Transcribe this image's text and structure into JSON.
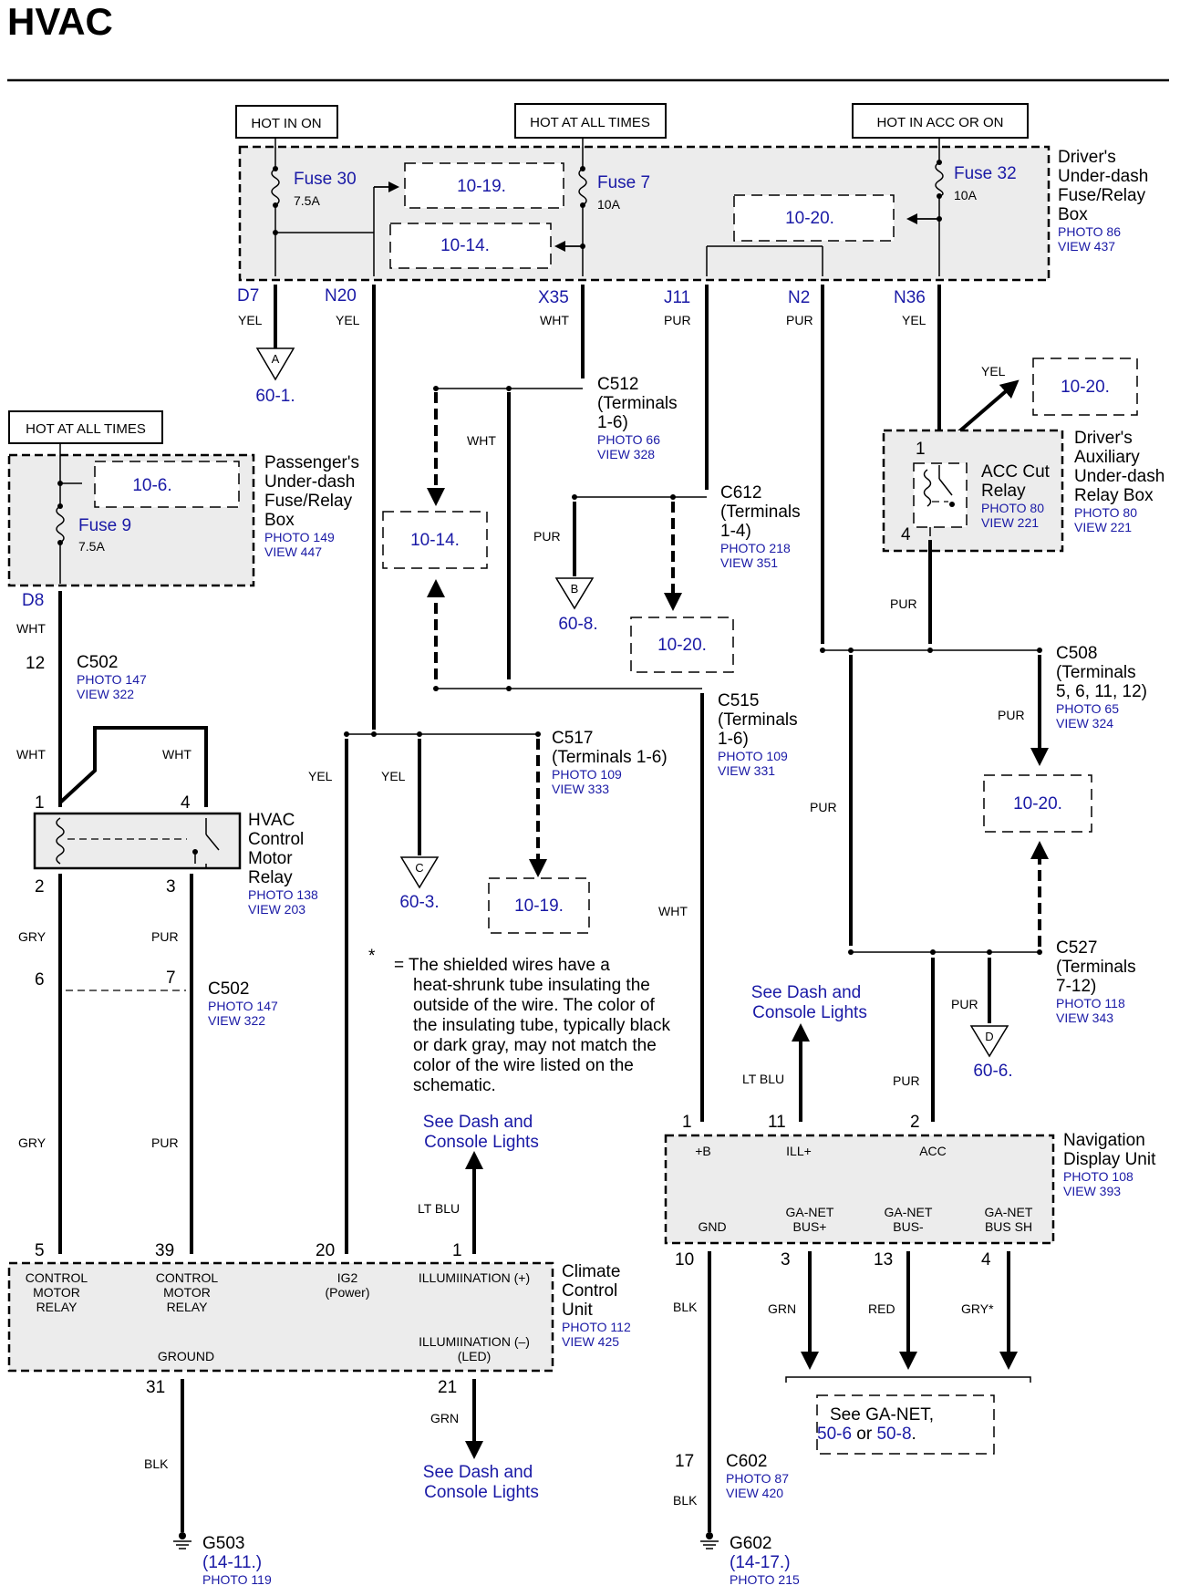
{
  "title": "HVAC",
  "hot_labels": {
    "hot_in_on": "HOT IN ON",
    "hot_at_all_times": "HOT AT ALL TIMES",
    "hot_in_acc_or_on": "HOT IN ACC OR ON",
    "hot_at_all_times_2": "HOT AT ALL TIMES"
  },
  "drivers_box": {
    "name": [
      "Driver's",
      "Under-dash",
      "Fuse/Relay",
      "Box"
    ],
    "photo": "PHOTO 86",
    "view": "VIEW 437",
    "fuse30": "Fuse 30",
    "fuse30_amp": "7.5A",
    "fuse7": "Fuse 7",
    "fuse7_amp": "10A",
    "fuse32": "Fuse 32",
    "fuse32_amp": "10A",
    "ref_10_19": "10-19.",
    "ref_10_14": "10-14.",
    "ref_10_20": "10-20."
  },
  "terminals_top": {
    "d7": "D7",
    "n20": "N20",
    "x35": "X35",
    "j11": "J11",
    "n2": "N2",
    "n36": "N36"
  },
  "wire_colors": {
    "yel": "YEL",
    "wht": "WHT",
    "pur": "PUR",
    "gry": "GRY",
    "blk": "BLK",
    "grn": "GRN",
    "red": "RED",
    "lt_blu": "LT BLU",
    "gry_star": "GRY*"
  },
  "passenger_box": {
    "name": [
      "Passenger's",
      "Under-dash",
      "Fuse/Relay",
      "Box"
    ],
    "photo": "PHOTO 149",
    "view": "VIEW 447",
    "fuse9": "Fuse 9",
    "fuse9_amp": "7.5A",
    "ref": "10-6.",
    "d8": "D8"
  },
  "connectors": {
    "c502_top": {
      "name": "C502",
      "photo": "PHOTO 147",
      "view": "VIEW 322",
      "pin": "12"
    },
    "c502_bot": {
      "name": "C502",
      "photo": "PHOTO 147",
      "view": "VIEW 322",
      "pin6": "6",
      "pin7": "7"
    },
    "c512": {
      "name": "C512",
      "terms": [
        "(Terminals",
        "1-6)"
      ],
      "photo": "PHOTO 66",
      "view": "VIEW 328"
    },
    "c612": {
      "name": "C612",
      "terms": [
        "(Terminals",
        "1-4)"
      ],
      "photo": "PHOTO 218",
      "view": "VIEW 351"
    },
    "c515": {
      "name": "C515",
      "terms": [
        "(Terminals",
        "1-6)"
      ],
      "photo": "PHOTO 109",
      "view": "VIEW 331"
    },
    "c517": {
      "name": "C517",
      "terms": [
        "(Terminals 1-6)"
      ],
      "photo": "PHOTO 109",
      "view": "VIEW 333"
    },
    "c508": {
      "name": "C508",
      "terms": [
        "(Terminals",
        "5, 6, 11, 12)"
      ],
      "photo": "PHOTO 65",
      "view": "VIEW 324"
    },
    "c527": {
      "name": "C527",
      "terms": [
        "(Terminals",
        "7-12)"
      ],
      "photo": "PHOTO 118",
      "view": "VIEW 343"
    },
    "c602": {
      "name": "C602",
      "photo": "PHOTO 87",
      "view": "VIEW 420",
      "pin": "17"
    }
  },
  "refs": {
    "a": "A",
    "a_page": "60-1.",
    "b": "B",
    "b_page": "60-8.",
    "c": "C",
    "c_page": "60-3.",
    "d": "D",
    "d_page": "60-6.",
    "r_10_14_mid": "10-14.",
    "r_10_20_mid": "10-20.",
    "r_10_19_mid": "10-19.",
    "r_10_20_right": "10-20.",
    "r_10_20_acc": "10-20."
  },
  "acc_relay": {
    "name": [
      "ACC Cut",
      "Relay"
    ],
    "photo": "PHOTO 80",
    "view": "VIEW 221",
    "box_name": [
      "Driver's",
      "Auxiliary",
      "Under-dash",
      "Relay Box"
    ],
    "box_photo": "PHOTO 80",
    "box_view": "VIEW 221",
    "pin1": "1",
    "pin4": "4"
  },
  "hvac_relay": {
    "name": [
      "HVAC",
      "Control",
      "Motor",
      "Relay"
    ],
    "photo": "PHOTO 138",
    "view": "VIEW 203",
    "pin1": "1",
    "pin4": "4",
    "pin2": "2",
    "pin3": "3"
  },
  "note": {
    "star": "*",
    "lines": [
      "= The shielded wires have a",
      "heat-shrunk tube insulating the",
      "outside of the wire.  The color of",
      "the insulating tube, typically black",
      "or dark gray, may not match the",
      "color of the wire listed on the",
      "schematic."
    ]
  },
  "see_dash": [
    "See Dash and",
    "Console Lights"
  ],
  "nav_unit": {
    "name": [
      "Navigation",
      "Display Unit"
    ],
    "photo": "PHOTO 108",
    "view": "VIEW 393",
    "pin1": "1",
    "pin11": "11",
    "pin2": "2",
    "pin10": "10",
    "pin3": "3",
    "pin13": "13",
    "pin4": "4",
    "b_plus": "+B",
    "ill_plus": "ILL+",
    "acc": "ACC",
    "gnd": "GND",
    "ga_bus_plus": [
      "GA-NET",
      "BUS+"
    ],
    "ga_bus_minus": [
      "GA-NET",
      "BUS-"
    ],
    "ga_bus_sh": [
      "GA-NET",
      "BUS SH"
    ]
  },
  "ga_net_ref": {
    "line1": "See GA-NET,",
    "p1": "50-6",
    "or": " or ",
    "p2": "50-8",
    "end": "."
  },
  "climate_unit": {
    "name": [
      "Climate",
      "Control",
      "Unit"
    ],
    "photo": "PHOTO 112",
    "view": "VIEW 425",
    "pin5": "5",
    "pin39": "39",
    "pin20": "20",
    "pin1": "1",
    "pin31": "31",
    "pin21": "21",
    "cmr": [
      "CONTROL",
      "MOTOR",
      "RELAY"
    ],
    "ig2": [
      "IG2",
      "(Power)"
    ],
    "illum_plus": "ILLUMIINATION (+)",
    "illum_minus": [
      "ILLUMIINATION (–)",
      "(LED)"
    ],
    "ground": "GROUND"
  },
  "grounds": {
    "g503": {
      "name": "G503",
      "ref": "(14-11.)",
      "photo": "PHOTO 119"
    },
    "g602": {
      "name": "G602",
      "ref": "(14-17.)",
      "photo": "PHOTO 215"
    }
  }
}
